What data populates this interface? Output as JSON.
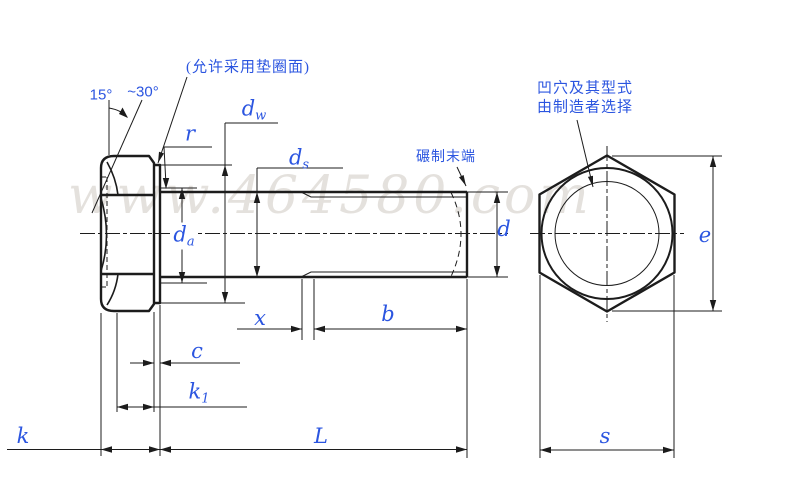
{
  "labels": {
    "dw": {
      "base": "d",
      "sub": "w"
    },
    "r": {
      "base": "r",
      "sub": ""
    },
    "ds": {
      "base": "d",
      "sub": "s"
    },
    "da": {
      "base": "d",
      "sub": "a"
    },
    "d": {
      "base": "d",
      "sub": ""
    },
    "x": {
      "base": "x",
      "sub": ""
    },
    "b": {
      "base": "b",
      "sub": ""
    },
    "c": {
      "base": "c",
      "sub": ""
    },
    "k1": {
      "base": "k",
      "sub": "1"
    },
    "k": {
      "base": "k",
      "sub": ""
    },
    "L": {
      "base": "L",
      "sub": ""
    },
    "e": {
      "base": "e",
      "sub": ""
    },
    "s": {
      "base": "s",
      "sub": ""
    }
  },
  "angles": {
    "min": "15°",
    "max": "~30°"
  },
  "notes": {
    "washer_face": "(允许采用垫圈面)",
    "rolled_end": "碾制末端",
    "dimple_line1": "凹穴及其型式",
    "dimple_line2": "由制造者选择"
  },
  "watermark": "www.464580.com",
  "colors": {
    "label_blue": "#2b55e0",
    "line": "#1c1c1c",
    "watermark": "#cfc9c2"
  }
}
